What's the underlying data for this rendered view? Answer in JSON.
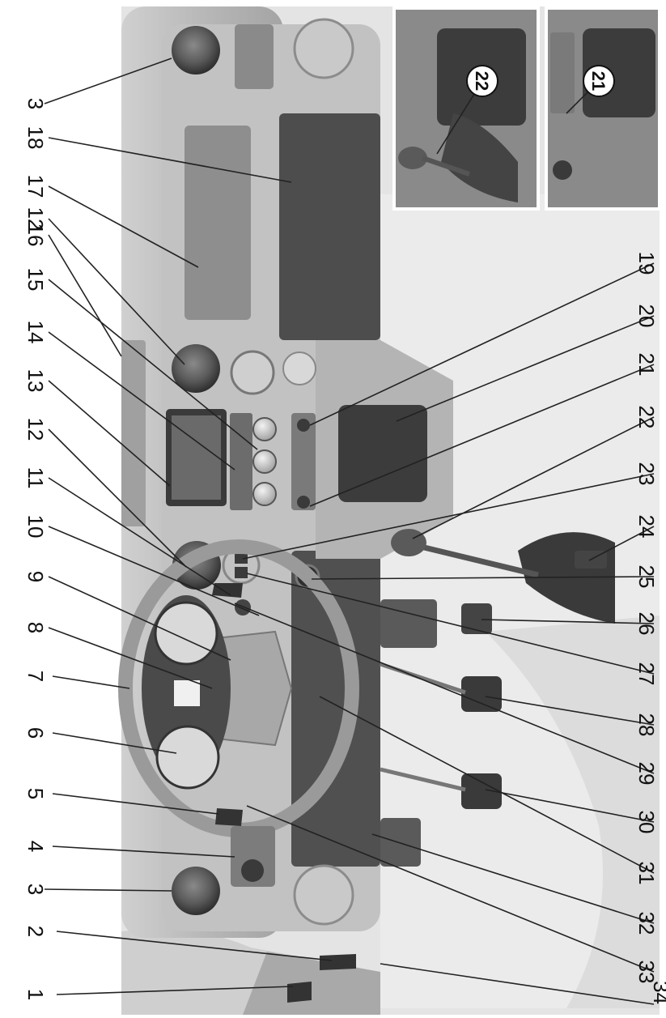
{
  "callouts": [
    {
      "id": "1",
      "label": "1"
    },
    {
      "id": "2",
      "label": "2"
    },
    {
      "id": "3a",
      "label": "3"
    },
    {
      "id": "3b",
      "label": "3"
    },
    {
      "id": "4",
      "label": "4"
    },
    {
      "id": "5",
      "label": "5"
    },
    {
      "id": "6",
      "label": "6"
    },
    {
      "id": "7",
      "label": "7"
    },
    {
      "id": "8",
      "label": "8"
    },
    {
      "id": "9",
      "label": "9"
    },
    {
      "id": "10",
      "label": "10"
    },
    {
      "id": "11",
      "label": "11"
    },
    {
      "id": "12a",
      "label": "12"
    },
    {
      "id": "12b",
      "label": "12"
    },
    {
      "id": "13",
      "label": "13"
    },
    {
      "id": "14",
      "label": "14"
    },
    {
      "id": "15",
      "label": "15"
    },
    {
      "id": "16",
      "label": "16"
    },
    {
      "id": "17",
      "label": "17"
    },
    {
      "id": "18",
      "label": "18"
    },
    {
      "id": "19",
      "label": "19"
    },
    {
      "id": "20",
      "label": "20"
    },
    {
      "id": "21",
      "label": "21"
    },
    {
      "id": "22",
      "label": "22"
    },
    {
      "id": "23",
      "label": "23"
    },
    {
      "id": "24",
      "label": "24"
    },
    {
      "id": "25",
      "label": "25"
    },
    {
      "id": "26",
      "label": "26"
    },
    {
      "id": "27",
      "label": "27"
    },
    {
      "id": "28",
      "label": "28"
    },
    {
      "id": "29",
      "label": "29"
    },
    {
      "id": "30",
      "label": "30"
    },
    {
      "id": "31",
      "label": "31"
    },
    {
      "id": "32",
      "label": "32"
    },
    {
      "id": "33",
      "label": "33"
    },
    {
      "id": "34",
      "label": "34"
    }
  ],
  "insets": [
    {
      "id": "inset-22",
      "label": "22"
    },
    {
      "id": "inset-21",
      "label": "21"
    }
  ],
  "colors": {
    "dash_light": "#bdbdbd",
    "dash_mid": "#9a9a9a",
    "dash_dark": "#4a4a4a",
    "floor": "#e6e6e6",
    "line": "#222222"
  }
}
